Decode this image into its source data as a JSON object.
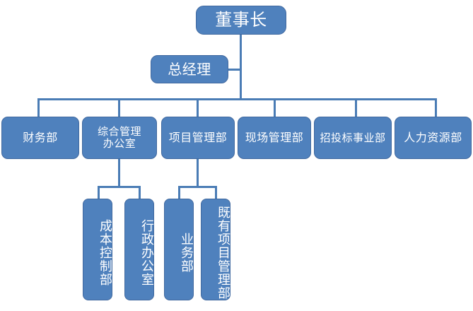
{
  "diagram": {
    "type": "organization-chart",
    "title": "",
    "colors": {
      "node_fill": "#4f81bd",
      "node_border": "#41699f",
      "connector": "#4a7cb5",
      "node_text": "#ffffff",
      "background": "#ffffff"
    },
    "levels": {
      "level1": {
        "nodes": [
          {
            "id": "chairman",
            "label": "董事长"
          }
        ]
      },
      "level2": {
        "nodes": [
          {
            "id": "general-manager",
            "label": "总经理"
          }
        ]
      },
      "level3": {
        "nodes": [
          {
            "id": "finance-dept",
            "label": "财务部"
          },
          {
            "id": "general-admin-office",
            "label_line1": "综合管理",
            "label_line2": "办公室"
          },
          {
            "id": "project-management-dept",
            "label": "项目管理部"
          },
          {
            "id": "site-management-dept",
            "label": "现场管理部"
          },
          {
            "id": "bidding-division",
            "label": "招投标事业部"
          },
          {
            "id": "human-resources-dept",
            "label": "人力资源部"
          }
        ]
      },
      "level4": {
        "nodes": [
          {
            "id": "cost-control-dept",
            "label": "成本控制部",
            "parent": "general-admin-office"
          },
          {
            "id": "administrative-office",
            "label": "行政办公室",
            "parent": "general-admin-office"
          },
          {
            "id": "business-dept",
            "label": "业务部",
            "parent": "project-management-dept"
          },
          {
            "id": "existing-project-management-dept",
            "label": "既有项目管理部",
            "parent": "project-management-dept"
          }
        ]
      }
    }
  }
}
